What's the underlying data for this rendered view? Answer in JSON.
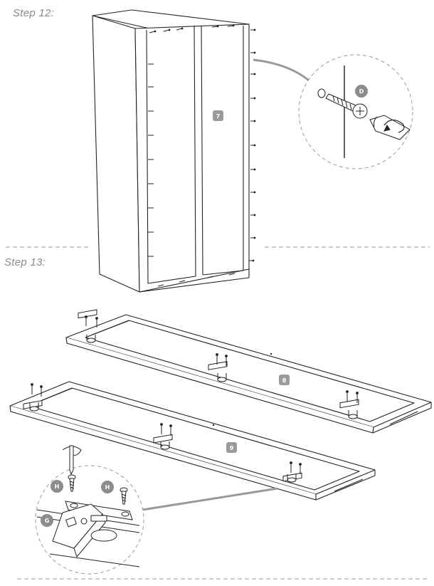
{
  "steps": [
    {
      "title": "Step 12:"
    },
    {
      "title": "Step 13:"
    }
  ],
  "parts": {
    "panel_door": "7",
    "door_upper": "8",
    "door_lower": "9"
  },
  "hardware": {
    "screw_d": "D",
    "screw_h": "H",
    "hinge_g": "G"
  },
  "colors": {
    "line": "#222222",
    "part_badge": "#9a9a9a",
    "hardware_badge": "#8c8c8c",
    "divider": "#999999",
    "callout": "#999999"
  }
}
